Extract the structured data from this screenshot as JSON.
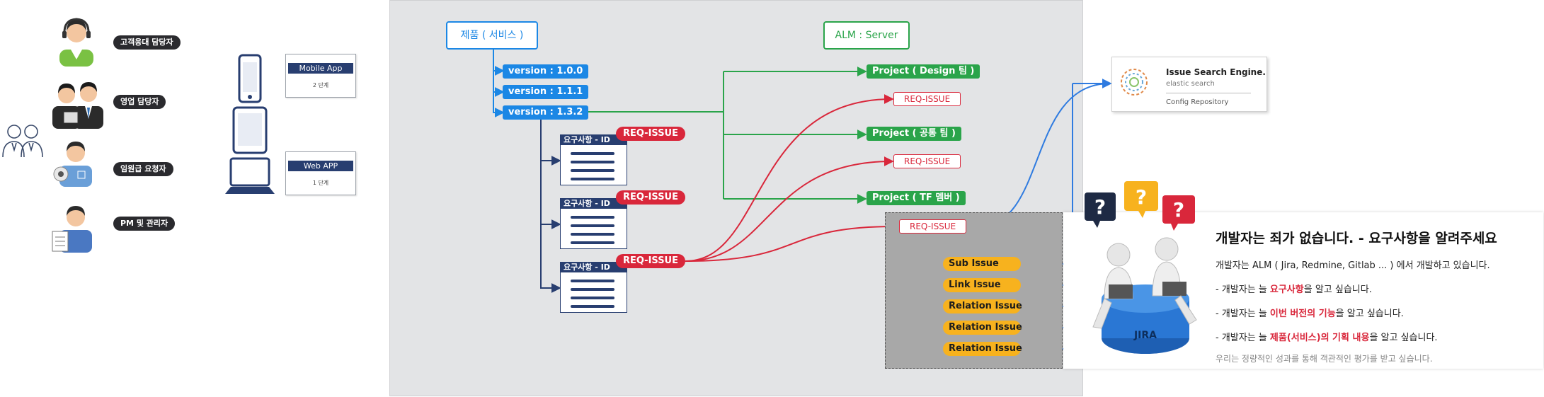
{
  "personas": [
    {
      "label": "고객응대 담당자",
      "icon": "headset-agent-icon"
    },
    {
      "label": "영업 담당자",
      "icon": "sales-team-icon"
    },
    {
      "label": "임원급 요청자",
      "icon": "executive-icon"
    },
    {
      "label": "PM 및 관리자",
      "icon": "manager-icon"
    }
  ],
  "devices": {
    "mobile": {
      "title": "Mobile App",
      "sub": "2 단계"
    },
    "web": {
      "title": "Web APP",
      "sub": "1 단계"
    }
  },
  "product_label": "제품 ( 서비스 )",
  "alm_label": "ALM : Server",
  "versions": [
    "version : 1.0.0",
    "version : 1.1.1",
    "version : 1.3.2"
  ],
  "requirement_doc_label": "요구사항 - ID",
  "req_issue_label": "REQ-ISSUE",
  "projects": [
    "Project ( Design 팀 )",
    "Project ( 공통 팀 )",
    "Project ( TF 멤버 )"
  ],
  "issue_types": [
    "Sub Issue",
    "Link Issue",
    "Relation Issue",
    "Relation Issue",
    "Relation Issue"
  ],
  "search_engine": {
    "title": "Issue Search Engine.",
    "subtitle": "elastic search",
    "footer": "Config Repository"
  },
  "developer_panel": {
    "title": "개발자는 죄가 없습니다. - 요구사항을 알려주세요",
    "intro": "개발자는 ALM ( Jira, Redmine, Gitlab ... ) 에서 개발하고 있습니다.",
    "points": [
      {
        "before": "- 개발자는 늘 ",
        "highlight": "요구사항",
        "after": "을 알고 싶습니다."
      },
      {
        "before": "- 개발자는 늘 ",
        "highlight": "이번 버전의 기능",
        "after": "을 알고 싶습니다."
      },
      {
        "before": "- 개발자는 늘 ",
        "highlight": "제품(서비스)의 기획 내용",
        "after": "을 알고 싶습니다."
      }
    ],
    "footer": "우리는 정량적인 성과를 통해 객관적인 평가를 받고 싶습니다.",
    "logo_text": "JIRA"
  },
  "colors": {
    "blue": "#1b87e5",
    "green": "#2aa44a",
    "red": "#d9273b",
    "orange": "#f7b21e",
    "navy": "#283e70"
  }
}
